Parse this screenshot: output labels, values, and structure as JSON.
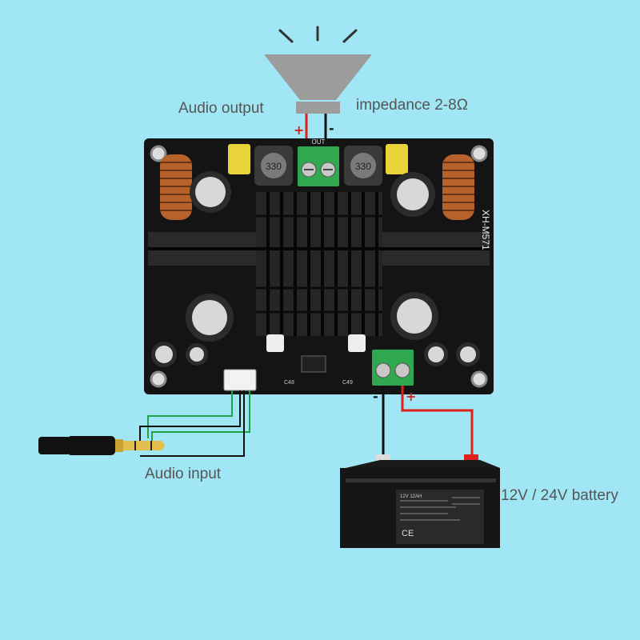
{
  "labels": {
    "audio_output": "Audio output",
    "impedance": "impedance 2-8Ω",
    "audio_input": "Audio input",
    "battery": "12V / 24V battery"
  },
  "board": {
    "model": "XH-M571",
    "out_label": "OUT",
    "inductor_marking": "330",
    "chip_label_left": "C48",
    "chip_label_right": "C49"
  },
  "polarity": {
    "plus": "+",
    "minus": "-"
  },
  "battery_print": {
    "model": "12V 12AH",
    "ce": "CE"
  },
  "colors": {
    "background": "#a0e6f4",
    "board": "#141414",
    "positive_wire": "#e0201c",
    "negative_wire": "#111111",
    "signal_wire": "#1fa34a",
    "terminal": "#2fa84f",
    "label_text": "#555555"
  },
  "icons": [
    "speaker-icon",
    "sound-wave-icon",
    "audio-jack-icon",
    "battery-icon"
  ]
}
